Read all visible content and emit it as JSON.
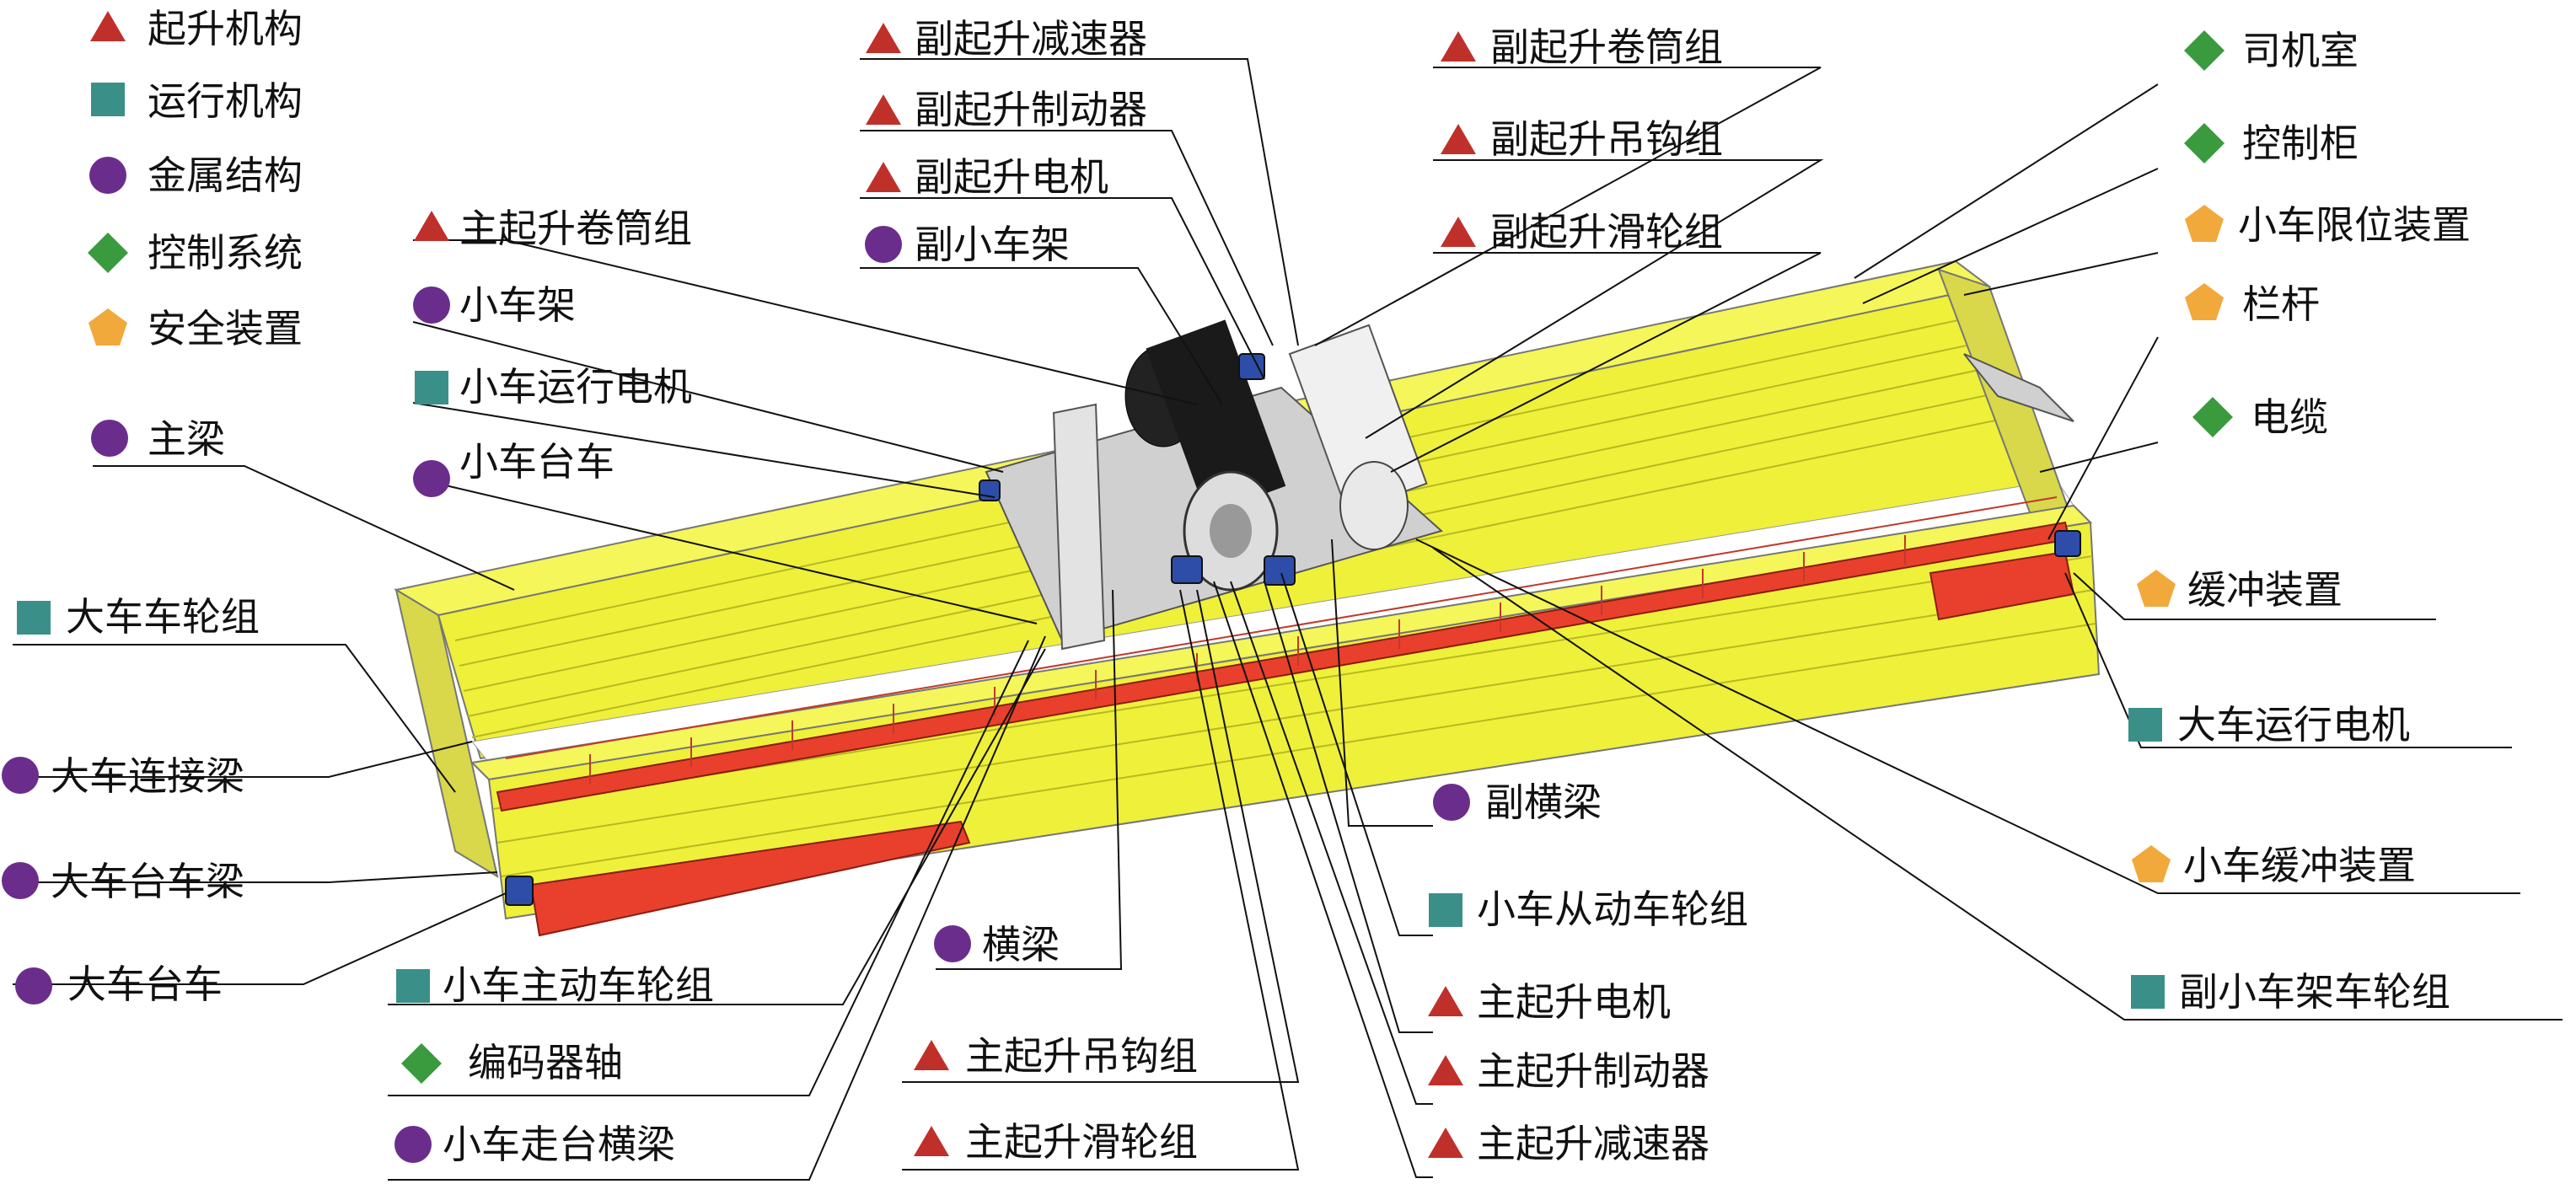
{
  "legend": [
    {
      "shape": "triangle",
      "color": "#c0302a",
      "label": "起升机构"
    },
    {
      "shape": "square",
      "color": "#3a9089",
      "label": "运行机构"
    },
    {
      "shape": "circle",
      "color": "#6b2d8c",
      "label": "金属结构"
    },
    {
      "shape": "diamond",
      "color": "#3a9a3e",
      "label": "控制系统"
    },
    {
      "shape": "pentagon",
      "color": "#f2a93b",
      "label": "安全装置"
    }
  ],
  "labels": {
    "main_girder": "主梁",
    "main_hoist_drum": "主起升卷筒组",
    "trolley_frame": "小车架",
    "trolley_travel_motor": "小车运行电机",
    "trolley_bogie": "小车台车",
    "aux_hoist_reducer": "副起升减速器",
    "aux_hoist_brake": "副起升制动器",
    "aux_hoist_motor": "副起升电机",
    "aux_trolley_frame": "副小车架",
    "aux_hoist_drum": "副起升卷筒组",
    "aux_hook": "副起升吊钩组",
    "aux_pulley": "副起升滑轮组",
    "cab": "司机室",
    "control_cabinet": "控制柜",
    "trolley_limit": "小车限位装置",
    "railing": "栏杆",
    "cable": "电缆",
    "buffer": "缓冲装置",
    "crane_travel_motor": "大车运行电机",
    "crane_wheel": "大车车轮组",
    "crane_connect_beam": "大车连接梁",
    "crane_bogie_beam": "大车台车梁",
    "crane_bogie": "大车台车",
    "trolley_drive_wheel": "小车主动车轮组",
    "encoder_shaft": "编码器轴",
    "trolley_walkway_beam": "小车走台横梁",
    "cross_beam": "横梁",
    "aux_cross_beam": "副横梁",
    "trolley_driven_wheel": "小车从动车轮组",
    "main_hoist_motor": "主起升电机",
    "main_hoist_brake": "主起升制动器",
    "main_hoist_reducer": "主起升减速器",
    "main_hook": "主起升吊钩组",
    "main_pulley": "主起升滑轮组",
    "trolley_buffer": "小车缓冲装置",
    "aux_trolley_wheel": "副小车架车轮组"
  },
  "colors": {
    "girder_yellow": "#eef03a",
    "girder_yellow_dark": "#c9c924",
    "walkway_red": "#e8402c",
    "frame_grey": "#c9c9c9",
    "line": "#111111"
  }
}
